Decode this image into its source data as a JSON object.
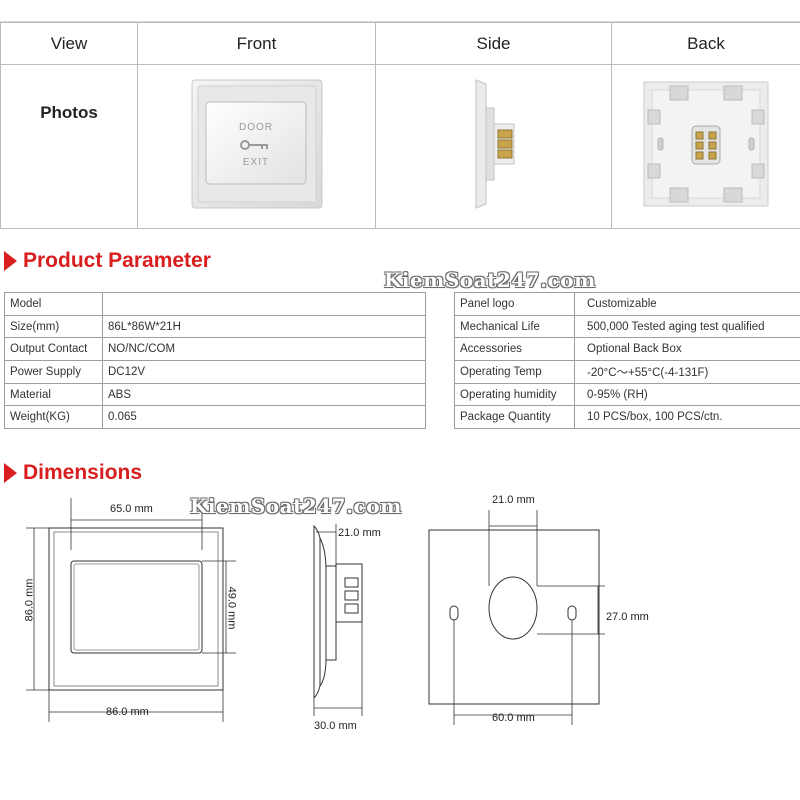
{
  "view_table": {
    "headers": [
      "View",
      "Front",
      "Side",
      "Back"
    ],
    "row_label": "Photos"
  },
  "product_front": {
    "line1": "DOOR",
    "line2": "EXIT"
  },
  "product_parameter": {
    "title": "Product Parameter",
    "left": [
      {
        "key": "Model",
        "value": ""
      },
      {
        "key": "Size(mm)",
        "value": "86L*86W*21H"
      },
      {
        "key": "Output Contact",
        "value": "NO/NC/COM"
      },
      {
        "key": "Power Supply",
        "value": "DC12V"
      },
      {
        "key": "Material",
        "value": "ABS"
      },
      {
        "key": "Weight(KG)",
        "value": "0.065"
      }
    ],
    "right": [
      {
        "key": "Panel logo",
        "value": "Customizable"
      },
      {
        "key": "Mechanical Life",
        "value": "500,000 Tested aging test qualified"
      },
      {
        "key": "Accessories",
        "value": "Optional Back Box"
      },
      {
        "key": "Operating Temp",
        "value": "-20°C～+55°C(-4-131F)"
      },
      {
        "key": "Operating humidity",
        "value": "0-95% (RH)"
      },
      {
        "key": "Package Quantity",
        "value": "10 PCS/box, 100 PCS/ctn."
      }
    ]
  },
  "watermark": "KiemSoat247.com",
  "dimensions": {
    "title": "Dimensions",
    "front_width_inner": "65.0 mm",
    "front_height": "86.0 mm",
    "front_height_inner": "49.0 mm",
    "front_width": "86.0 mm",
    "side_depth": "21.0 mm",
    "side_total": "30.0 mm",
    "back_hole_width": "21.0 mm",
    "back_hole_height": "27.0 mm",
    "back_spacing": "60.0 mm"
  },
  "colors": {
    "accent": "#d81e1e",
    "border": "#9e9e9e"
  }
}
